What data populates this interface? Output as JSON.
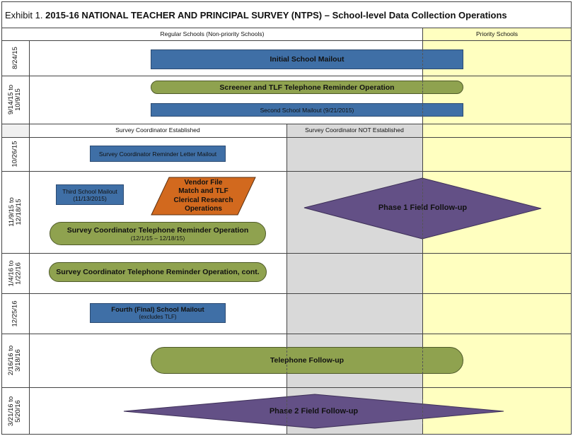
{
  "title": {
    "lead": "Exhibit  1.",
    "main": " 2015-16 NATIONAL TEACHER AND PRINCIPAL SURVEY (NTPS) – School-level Data Collection Operations"
  },
  "columns": {
    "regular": "Regular Schools (Non-priority Schools)",
    "priority": "Priority Schools",
    "sc_established": "Survey Coordinator Established",
    "sc_not_established": "Survey Coordinator NOT Established"
  },
  "rows": [
    {
      "date": "8/24/15"
    },
    {
      "date": "9/14/15 to\n10/9/15"
    },
    {
      "date": "10/26/15"
    },
    {
      "date": "11/9/15 to\n12/18/15"
    },
    {
      "date": "1/4/16 to\n1/22/16"
    },
    {
      "date": "12/25/16"
    },
    {
      "date": "2/16/16 to\n3/18/16"
    },
    {
      "date": "3/21/16 to\n5/20/16"
    }
  ],
  "operations": {
    "initial_mailout": "Initial School Mailout",
    "screener_reminder": "Screener and TLF Telephone Reminder Operation",
    "second_mailout": "Second School Mailout  (9/21/2015)",
    "sc_letter_mailout": "Survey Coordinator Reminder Letter Mailout",
    "third_mailout": "Third School Mailout",
    "third_mailout_date": "(11/13/2015)",
    "vendor_line1": "Vendor File",
    "vendor_line2": "Match and TLF",
    "vendor_line3": "Clerical Research",
    "vendor_line4": "Operations",
    "sc_phone_reminder": "Survey Coordinator Telephone Reminder Operation",
    "sc_phone_reminder_dates": "(12/1/15  – 12/18/15)",
    "phase1": "Phase 1 Field Follow-up",
    "sc_phone_reminder_cont": "Survey Coordinator Telephone Reminder Operation, cont.",
    "fourth_mailout": "Fourth (Final) School Mailout",
    "fourth_mailout_note": "(excludes TLF)",
    "telephone_followup": "Telephone Follow-up",
    "phase2": "Phase 2 Field Follow-up"
  },
  "colors": {
    "mailout_blue": "#3f6fa6",
    "operation_green": "#8fa24f",
    "field_purple": "#635086",
    "vendor_orange": "#d2691e",
    "priority_yellow": "#ffffc0",
    "not_established_gray": "#d9d9d9"
  }
}
